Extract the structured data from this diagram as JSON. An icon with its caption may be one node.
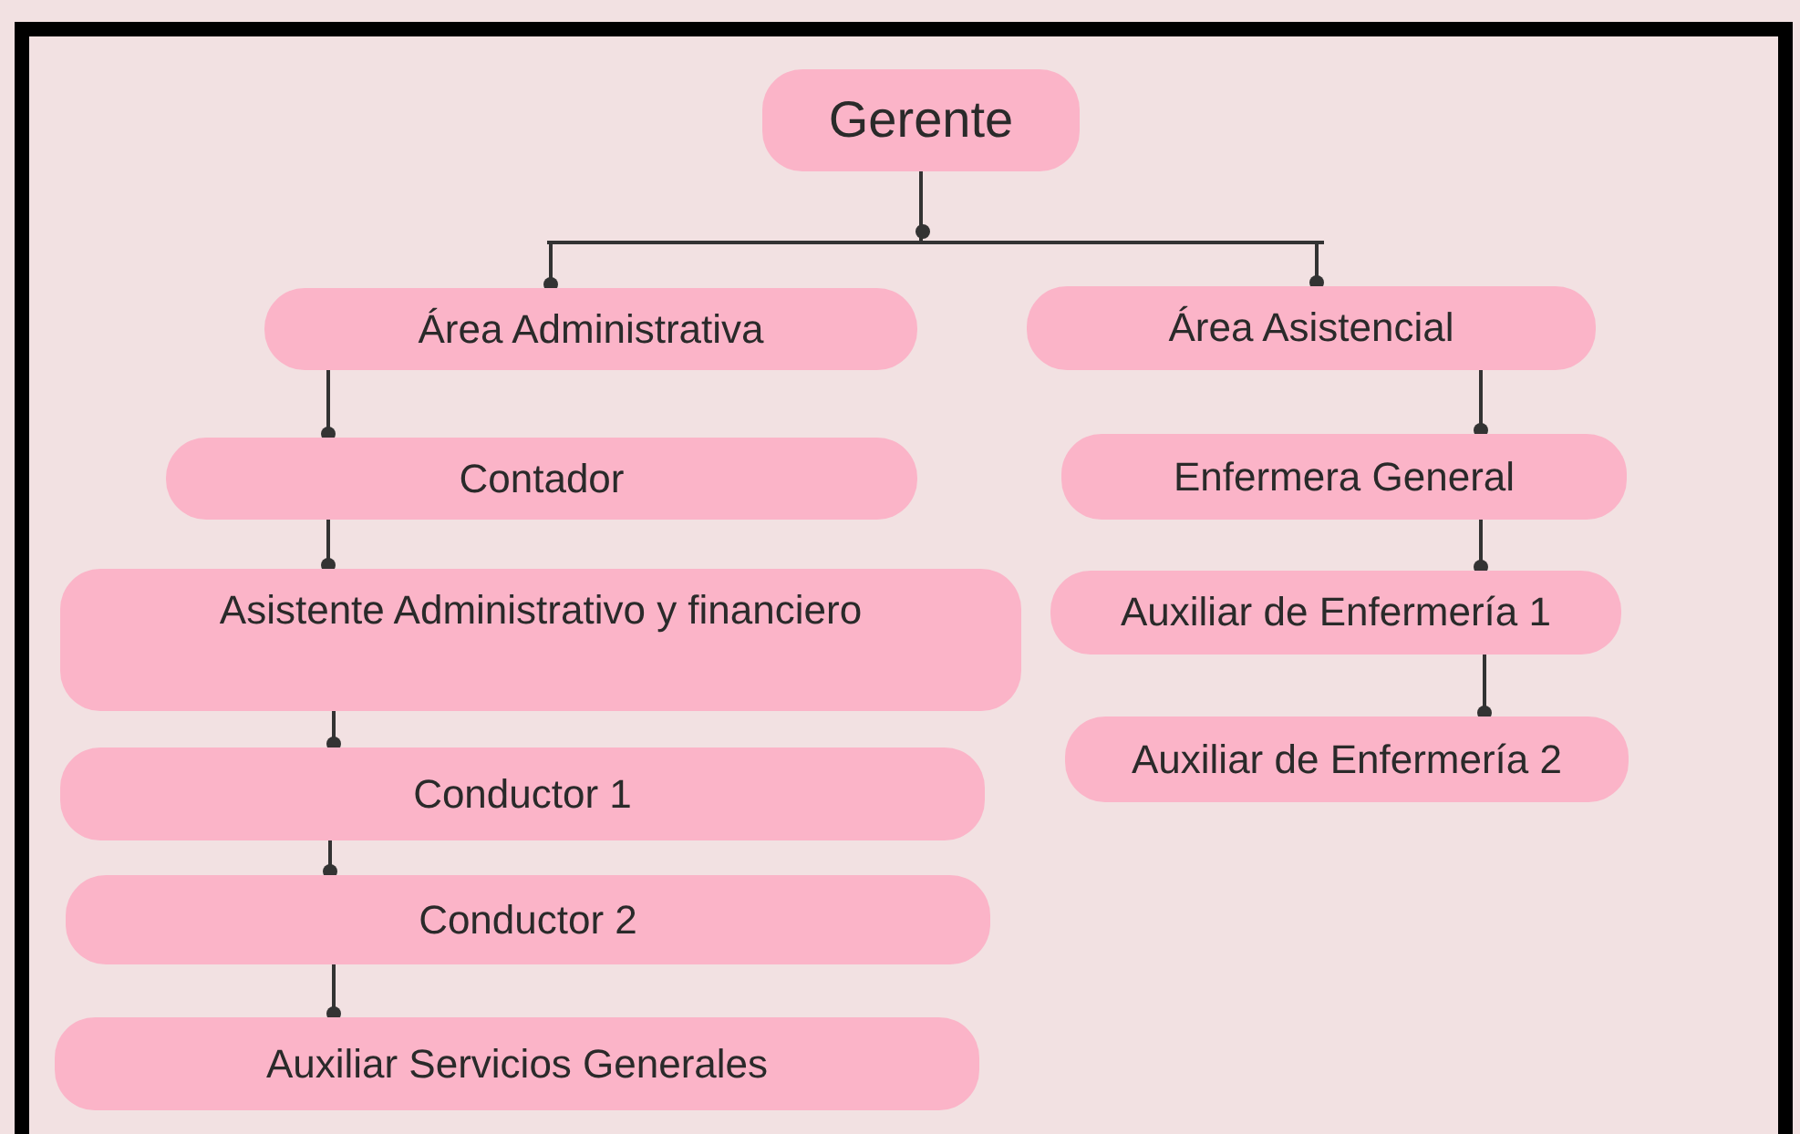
{
  "diagram": {
    "nodes": [
      {
        "text": [
          "Gerente"
        ]
      },
      {
        "text": [
          "Área Administrativa"
        ]
      },
      {
        "text": [
          "Área Asistencial"
        ]
      },
      {
        "text": [
          "Contador"
        ]
      },
      {
        "text": [
          "Enfermera General"
        ]
      },
      {
        "text": [
          "Asistente Administrativo y financiero"
        ]
      },
      {
        "text": [
          "Auxiliar de Enfermería 1"
        ]
      },
      {
        "text": [
          "Auxiliar de Enfermería 2"
        ]
      },
      {
        "text": [
          "Conductor 1"
        ]
      },
      {
        "text": [
          "Conductor 2"
        ]
      },
      {
        "text": [
          "Auxiliar Servicios Generales"
        ]
      }
    ],
    "edges": [
      {
        "from": 0,
        "to": 1,
        "arrow": "other"
      },
      {
        "from": 0,
        "to": 2,
        "arrow": "other"
      },
      {
        "from": 1,
        "to": 3,
        "arrow": "other"
      },
      {
        "from": 3,
        "to": 5,
        "arrow": "other"
      },
      {
        "from": 5,
        "to": 8,
        "arrow": "other"
      },
      {
        "from": 8,
        "to": 9,
        "arrow": "other"
      },
      {
        "from": 9,
        "to": 10,
        "arrow": "other"
      },
      {
        "from": 2,
        "to": 4,
        "arrow": "other"
      },
      {
        "from": 4,
        "to": 6,
        "arrow": "other"
      },
      {
        "from": 6,
        "to": 7,
        "arrow": "other"
      }
    ]
  }
}
